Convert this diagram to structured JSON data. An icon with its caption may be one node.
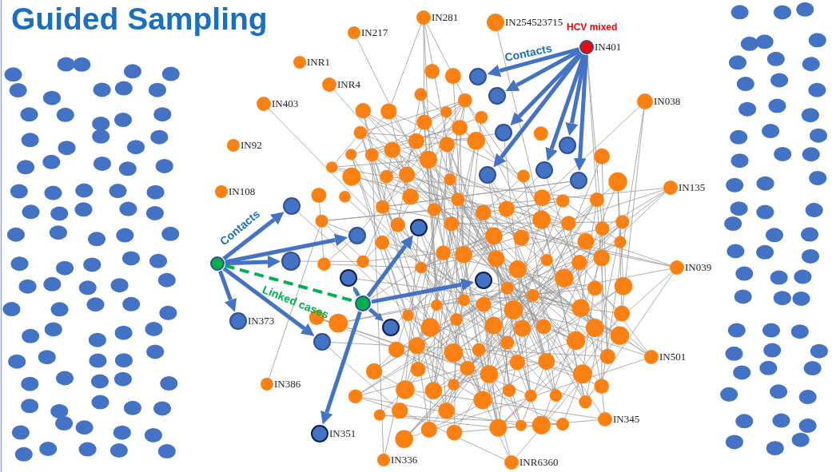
{
  "diagram": {
    "title": "Guided Sampling",
    "nodes": [
      {
        "text": [
          "IN281"
        ]
      },
      {
        "text": [
          "IN254523715"
        ]
      },
      {
        "text": [
          "IN217"
        ]
      },
      {
        "text": [
          "INR1"
        ]
      },
      {
        "text": [
          "INR4"
        ]
      },
      {
        "text": [
          "IN403"
        ]
      },
      {
        "text": [
          "IN92"
        ]
      },
      {
        "text": [
          "IN108"
        ]
      },
      {
        "text": [
          "IN401"
        ],
        "beside": [
          "HCV mixed"
        ]
      },
      {
        "text": [],
        "shape": "circle"
      },
      {
        "text": [],
        "shape": "circle"
      },
      {
        "text": [],
        "shape": "circle"
      },
      {
        "text": [],
        "shape": "circle"
      },
      {
        "text": [],
        "shape": "circle"
      },
      {
        "text": [],
        "shape": "circle"
      },
      {
        "text": [],
        "shape": "circle"
      },
      {
        "text": [
          "IN038"
        ]
      },
      {
        "text": [
          "IN135"
        ]
      },
      {
        "text": [
          "IN039"
        ]
      },
      {
        "text": [
          "IN501"
        ]
      },
      {
        "text": [
          "IN345"
        ]
      },
      {
        "text": [
          "INR6360"
        ]
      },
      {
        "text": [
          "IN336"
        ]
      },
      {
        "text": [
          "IN386"
        ]
      },
      {
        "text": [],
        "shape": "circle"
      },
      {
        "text": [],
        "shape": "circle"
      },
      {
        "text": [],
        "shape": "circle"
      },
      {
        "text": [],
        "shape": "circle"
      },
      {
        "text": [
          "IN373"
        ]
      },
      {
        "text": [],
        "shape": "circle"
      },
      {
        "text": [],
        "shape": "circle"
      },
      {
        "text": [],
        "shape": "circle"
      },
      {
        "text": [],
        "shape": "circle"
      },
      {
        "text": [],
        "shape": "circle"
      },
      {
        "text": [],
        "shape": "circle"
      },
      {
        "text": [
          "IN351"
        ]
      }
    ],
    "edges": [
      {
        "from": 8,
        "to": 9,
        "arrow": "to",
        "label": "Contacts"
      },
      {
        "from": 8,
        "to": 10,
        "arrow": "to"
      },
      {
        "from": 8,
        "to": 11,
        "arrow": "to"
      },
      {
        "from": 8,
        "to": 12,
        "arrow": "to"
      },
      {
        "from": 8,
        "to": 13,
        "arrow": "to"
      },
      {
        "from": 8,
        "to": 14,
        "arrow": "to"
      },
      {
        "from": 8,
        "to": 15,
        "arrow": "to"
      },
      {
        "from": 24,
        "to": 25,
        "arrow": "to",
        "label": "Contacts"
      },
      {
        "from": 24,
        "to": 26,
        "arrow": "to"
      },
      {
        "from": 24,
        "to": 27,
        "arrow": "to"
      },
      {
        "from": 24,
        "to": 28,
        "arrow": "to"
      },
      {
        "from": 24,
        "to": 29,
        "arrow": "to"
      },
      {
        "from": 24,
        "to": 30,
        "arrow": "none",
        "label": "Linked cases",
        "style": "dashed",
        "color": "#00b050"
      },
      {
        "from": 30,
        "to": 31,
        "arrow": "to"
      },
      {
        "from": 30,
        "to": 32,
        "arrow": "to"
      },
      {
        "from": 30,
        "to": 33,
        "arrow": "to"
      },
      {
        "from": 30,
        "to": 34,
        "arrow": "to"
      },
      {
        "from": 30,
        "to": 35,
        "arrow": "to"
      }
    ]
  }
}
